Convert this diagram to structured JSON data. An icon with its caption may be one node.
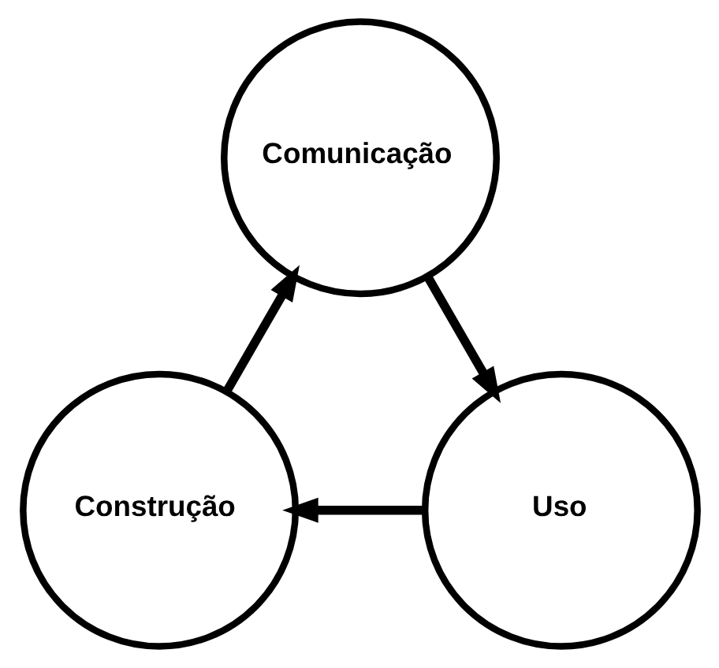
{
  "diagram": {
    "nodes": [
      {
        "text": [
          "Comunicação"
        ]
      },
      {
        "text": [
          "Uso"
        ]
      },
      {
        "text": [
          "Construção"
        ]
      }
    ],
    "edges": [
      {
        "from": 0,
        "to": 1,
        "arrow": "to"
      },
      {
        "from": 1,
        "to": 2,
        "arrow": "to"
      },
      {
        "from": 2,
        "to": 0,
        "arrow": "to"
      }
    ]
  }
}
